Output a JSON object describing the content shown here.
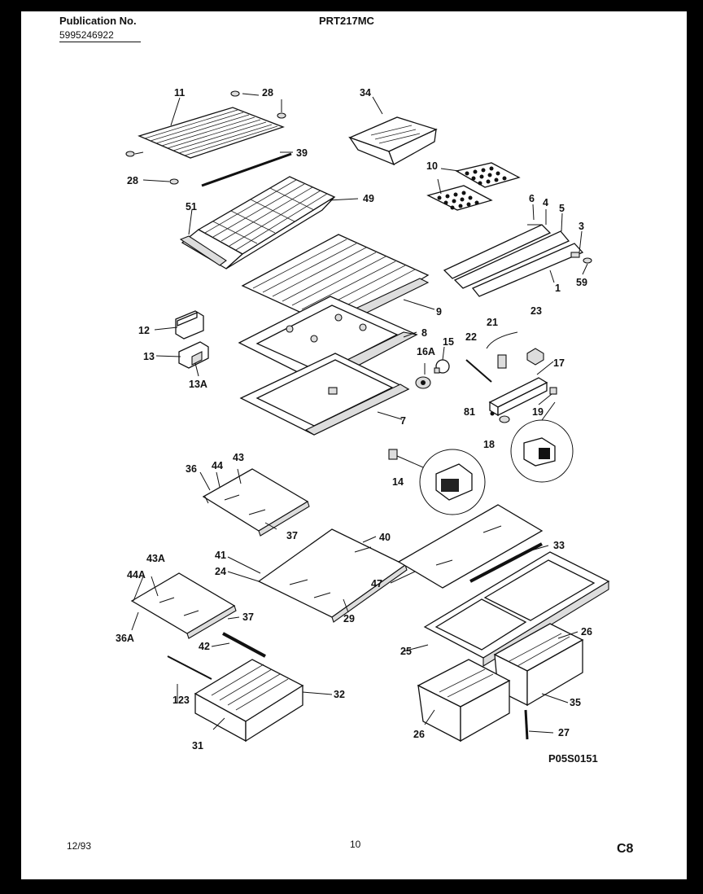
{
  "header": {
    "publication_label": "Publication No.",
    "publication_number": "5995246922",
    "model": "PRT217MC"
  },
  "footer": {
    "date": "12/93",
    "page": "10",
    "section": "C8"
  },
  "diagram_id": "P05S0151",
  "callouts": {
    "c11": "11",
    "c28a": "28",
    "c28b": "28",
    "c39": "39",
    "c34": "34",
    "c10": "10",
    "c51": "51",
    "c49": "49",
    "c6": "6",
    "c4": "4",
    "c5": "5",
    "c3": "3",
    "c59": "59",
    "c1": "1",
    "c9": "9",
    "c8": "8",
    "c7": "7",
    "c12": "12",
    "c13": "13",
    "c13a": "13A",
    "c21": "21",
    "c23": "23",
    "c22": "22",
    "c15": "15",
    "c16a": "16A",
    "c17": "17",
    "c81": "81",
    "c19": "19",
    "c18": "18",
    "c14": "14",
    "c36": "36",
    "c44": "44",
    "c43": "43",
    "c37a": "37",
    "c40": "40",
    "c41": "41",
    "c24": "24",
    "c29": "29",
    "c33": "33",
    "c47": "47",
    "c43a": "43A",
    "c44a": "44A",
    "c37b": "37",
    "c36a": "36A",
    "c42": "42",
    "c123": "123",
    "c32": "32",
    "c31": "31",
    "c26a": "26",
    "c25": "25",
    "c35": "35",
    "c27": "27",
    "c26b": "26"
  }
}
